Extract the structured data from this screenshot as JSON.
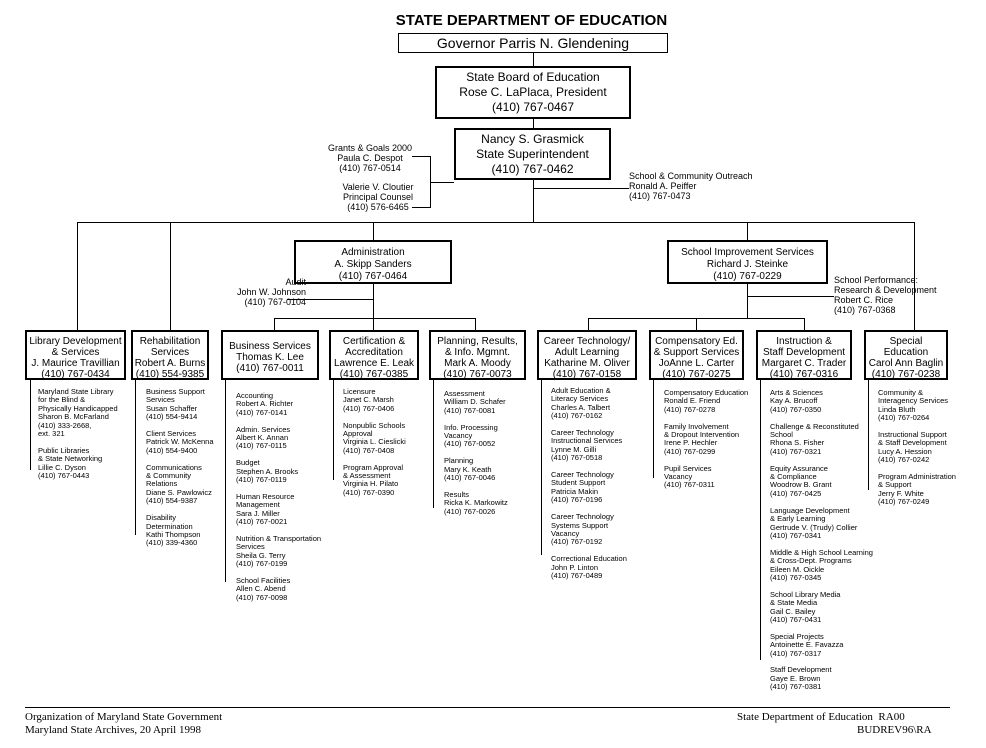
{
  "title": "STATE DEPARTMENT OF EDUCATION",
  "governor": "Governor Parris N. Glendening",
  "board": {
    "l1": "State Board of Education",
    "l2": "Rose C. LaPlaca, President",
    "l3": "(410) 767-0467"
  },
  "superintendent": {
    "l1": "Nancy S. Grasmick",
    "l2": "State Superintendent",
    "l3": "(410) 767-0462"
  },
  "grants": "Grants & Goals 2000\nPaula C. Despot\n(410) 767-0514",
  "counsel": "Valerie V. Cloutier\nPrincipal Counsel\n(410) 576-6465",
  "outreach": "School & Community Outreach\nRonald A. Peiffer\n(410) 767-0473",
  "administration": {
    "l1": "Administration",
    "l2": "A. Skipp Sanders",
    "l3": "(410) 767-0464"
  },
  "improvement": {
    "l1": "School Improvement Services",
    "l2": "Richard J. Steinke",
    "l3": "(410) 767-0229"
  },
  "audit": "Audit\nJohn W. Johnson\n(410) 767-0104",
  "performance": "School Performance:\nResearch & Development\nRobert C. Rice\n(410) 767-0368",
  "divisions": [
    {
      "l1": "Library Development",
      "l2": "& Services",
      "l3": "J. Maurice Travillian",
      "l4": "(410) 767-0434"
    },
    {
      "l1": "Rehabilitation",
      "l2": "Services",
      "l3": "Robert A. Burns",
      "l4": "(410) 554-9385"
    },
    {
      "l1": "Business Services",
      "l2": "Thomas K. Lee",
      "l3": "(410) 767-0011",
      "l4": ""
    },
    {
      "l1": "Certification &",
      "l2": "Accreditation",
      "l3": "Lawrence E. Leak",
      "l4": "(410) 767-0385"
    },
    {
      "l1": "Planning, Results,",
      "l2": "& Info. Mgmnt.",
      "l3": "Mark A. Moody",
      "l4": "(410) 767-0073"
    },
    {
      "l1": "Career Technology/",
      "l2": "Adult Learning",
      "l3": "Katharine M. Oliver",
      "l4": "(410) 767-0158"
    },
    {
      "l1": "Compensatory Ed.",
      "l2": "& Support Services",
      "l3": "JoAnne L. Carter",
      "l4": "(410) 767-0275"
    },
    {
      "l1": "Instruction &",
      "l2": "Staff Development",
      "l3": "Margaret C. Trader",
      "l4": "(410) 767-0316"
    },
    {
      "l1": "Special",
      "l2": "Education",
      "l3": "Carol Ann Baglin",
      "l4": "(410) 767-0238"
    }
  ],
  "subunits": [
    "Maryland State Library\nfor the Blind &\nPhysically Handicapped\nSharon B. McFarland\n(410) 333-2668,\next. 321\n\nPublic Libraries\n& State Networking\nLillie C. Dyson\n(410) 767-0443",
    "Business Support\nServices\nSusan Schaffer\n(410) 554-9414\n\nClient Services\nPatrick W. McKenna\n(410) 554-9400\n\nCommunications\n& Community\nRelations\nDiane S. Pawlowicz\n(410) 554-9387\n\nDisability\nDetermination\nKathi Thompson\n(410) 339-4360",
    "Accounting\nRobert A. Richter\n(410) 767-0141\n\nAdmin. Services\nAlbert K. Annan\n(410) 767-0115\n\nBudget\nStephen A. Brooks\n(410) 767-0119\n\nHuman Resource\nManagement\nSara J. Miller\n(410) 767-0021\n\nNutrition & Transportation\nServices\nSheila G. Terry\n(410) 767-0199\n\nSchool Facilities\nAllen C. Abend\n(410) 767-0098",
    "Licensure\nJanet C. Marsh\n(410) 767-0406\n\nNonpublic Schools\nApproval\nVirginia L. Cieslicki\n(410) 767-0408\n\nProgram Approval\n& Assessment\nVirginia H. Pilato\n(410) 767-0390",
    "Assessment\nWilliam D. Schafer\n(410) 767-0081\n\nInfo. Processing\nVacancy\n(410) 767-0052\n\nPlanning\nMary K. Keath\n(410) 767-0046\n\nResults\nRicka K. Markowitz\n(410) 767-0026",
    "Adult Education &\nLiteracy Services\nCharles A. Talbert\n(410) 767-0162\n\nCareer Technology\nInstructional Services\nLynne M. Gilli\n(410) 767-0518\n\nCareer Technology\nStudent Support\nPatricia Makin\n(410) 767-0196\n\nCareer Technology\nSystems Support\nVacancy\n(410) 767-0192\n\nCorrectional Education\nJohn P. Linton\n(410) 767-0489",
    "Compensatory Education\nRonald E. Friend\n(410) 767-0278\n\nFamily Involvement\n& Dropout Intervention\nIrene P. Hechler\n(410) 767-0299\n\nPupil Services\nVacancy\n(410) 767-0311",
    "Arts & Sciences\nKay A. Brucoff\n(410) 767-0350\n\nChallenge & Reconstituted\nSchool\nRhona S. Fisher\n(410) 767-0321\n\nEquity Assurance\n& Compliance\nWoodrow B. Grant\n(410) 767-0425\n\nLanguage Development\n& Early Learning\nGertrude V. (Trudy) Collier\n(410) 767-0341\n\nMiddle & High School Learning\n& Cross-Dept. Programs\nEileen M. Oickle\n(410) 767-0345\n\nSchool Library Media\n& State Media\nGail C. Bailey\n(410) 767-0431\n\nSpecial Projects\nAntoinette E. Favazza\n(410) 767-0317\n\nStaff Development\nGaye E. Brown\n(410) 767-0381",
    "Community &\nInteragency Services\nLinda Bluth\n(410) 767-0264\n\nInstructional Support\n& Staff Development\nLucy A. Hession\n(410) 767-0242\n\nProgram Administration\n& Support\nJerry F. White\n(410) 767-0249"
  ],
  "footer": {
    "left": "Organization of Maryland State Government\nMaryland State Archives, 20 April 1998",
    "right_l1": "State Department of Education  RA00",
    "right_l2": "BUDREV96\\RA"
  }
}
